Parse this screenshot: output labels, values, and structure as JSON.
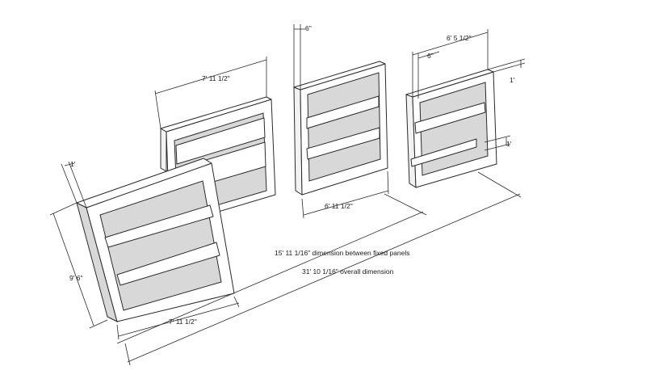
{
  "dimensions": {
    "panel1_width": "7' 11 1/2\"",
    "panel1_height": "9' 6\"",
    "panel1_frame": "1'",
    "panel2_width": "7' 11 1/2\"",
    "panel3_width": "6' 11 1/2\"",
    "panel3_frame": "6\"",
    "panel4_width": "6' 5 1/2\"",
    "panel4_frame_side": "6\"",
    "panel4_frame_top": "1'",
    "panel4_rail": "1'",
    "fixed_panels_dimension": "15' 11 1/16\" dimension between fixed panels",
    "overall_dimension": "31' 10 1/16\" overall dimension"
  }
}
